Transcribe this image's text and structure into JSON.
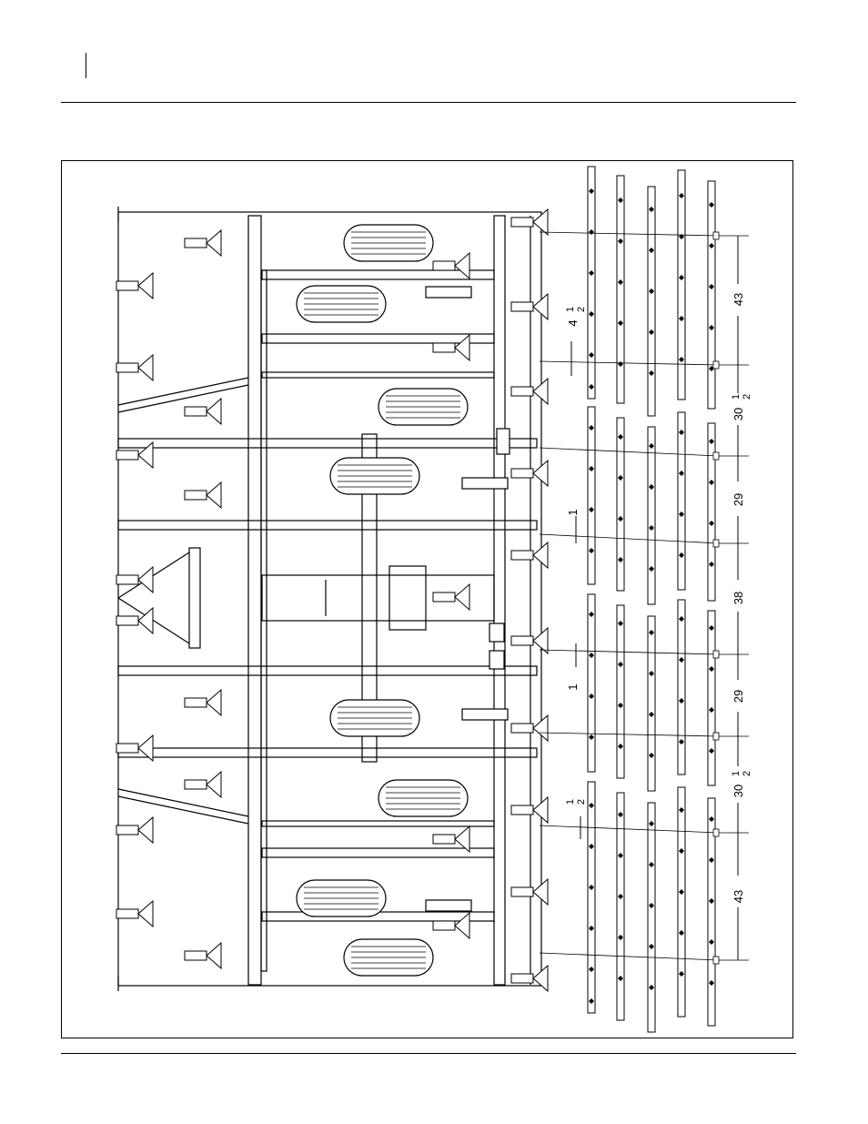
{
  "diagram": {
    "dimensions": [
      {
        "id": "d43-top",
        "value": "43"
      },
      {
        "id": "d30-top",
        "whole": "30",
        "num": "1",
        "den": "2"
      },
      {
        "id": "d29-top",
        "value": "29"
      },
      {
        "id": "d38",
        "value": "38"
      },
      {
        "id": "d29-bot",
        "value": "29"
      },
      {
        "id": "d30-bot",
        "whole": "30",
        "num": "1",
        "den": "2"
      },
      {
        "id": "d43-bot",
        "value": "43"
      }
    ],
    "offsets": [
      {
        "id": "o412",
        "whole": "4",
        "num": "1",
        "den": "2"
      },
      {
        "id": "o1-top",
        "value": "1"
      },
      {
        "id": "o1-bot",
        "value": "1"
      },
      {
        "id": "o12",
        "num": "1",
        "den": "2"
      }
    ]
  }
}
